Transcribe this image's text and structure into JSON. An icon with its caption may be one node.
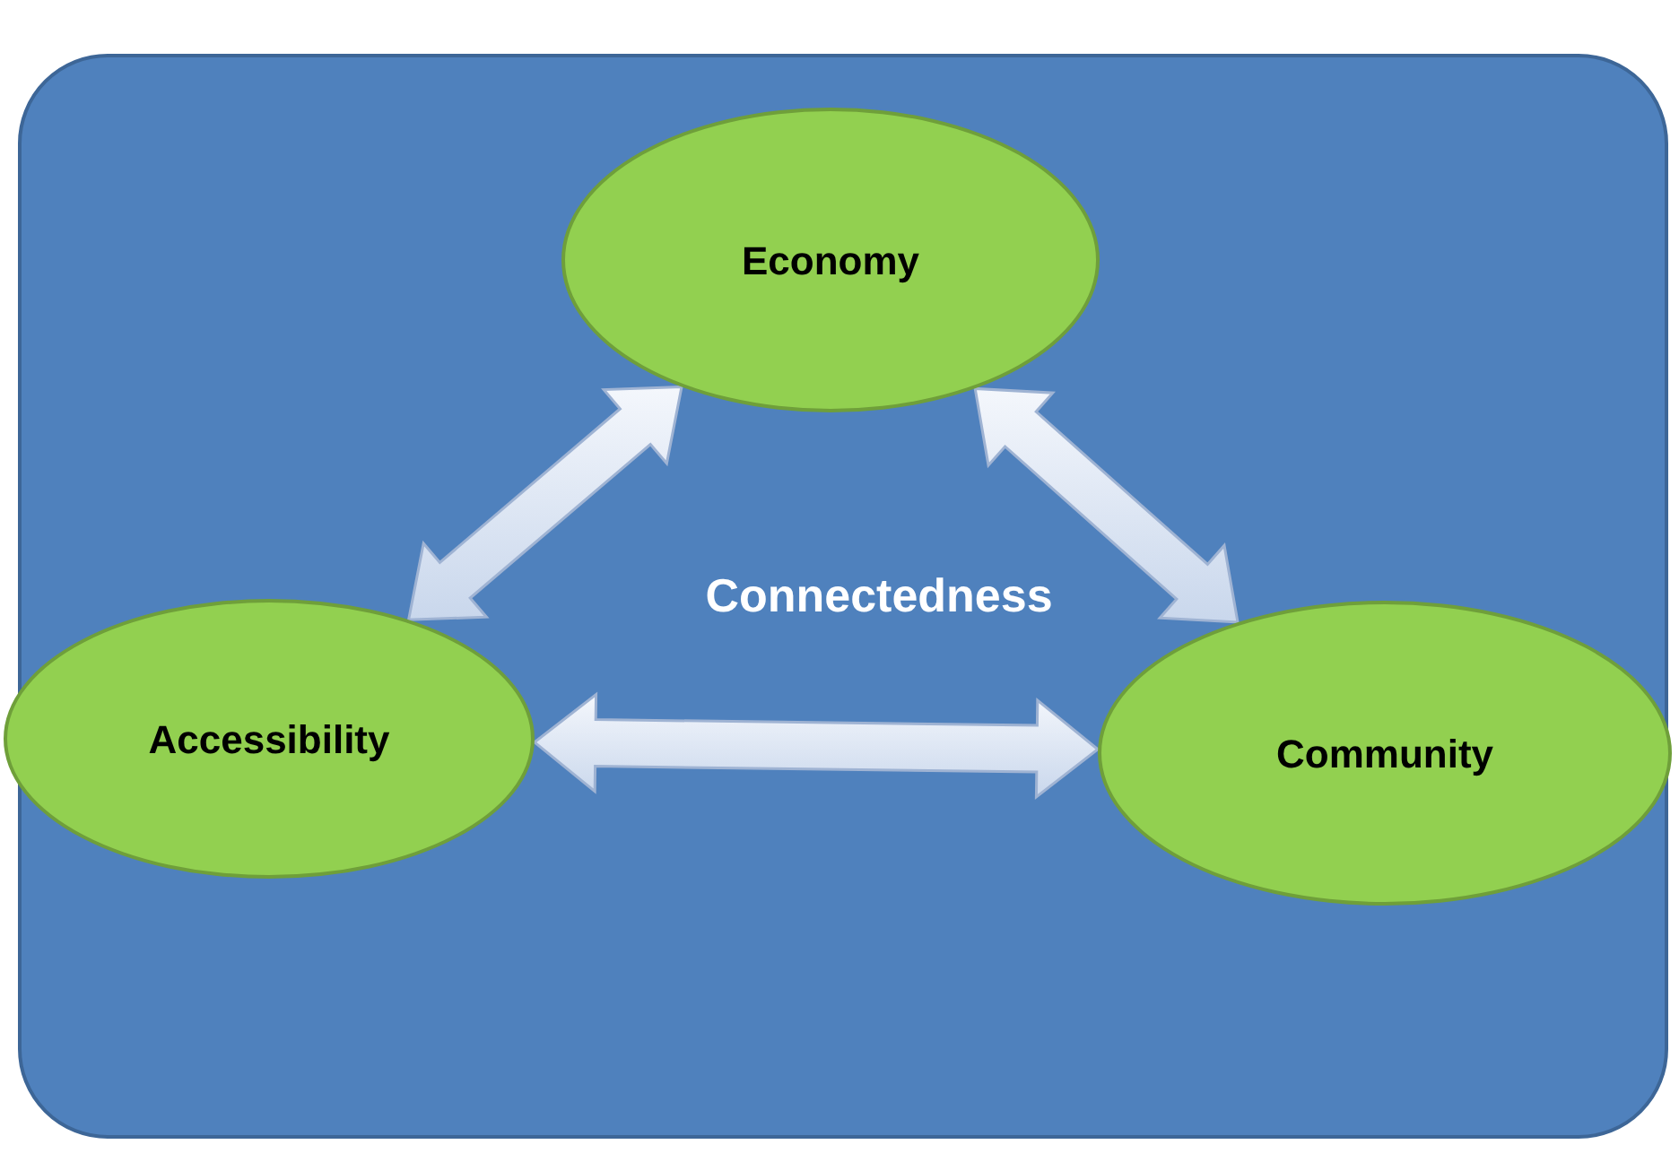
{
  "diagram": {
    "nodes": [
      {
        "text": [
          "Economy"
        ]
      },
      {
        "text": [
          "Accessibility"
        ]
      },
      {
        "text": [
          "Community"
        ]
      }
    ],
    "edges": [
      {
        "from": 0,
        "to": 1,
        "arrow": "both"
      },
      {
        "from": 0,
        "to": 2,
        "arrow": "both"
      },
      {
        "from": 1,
        "to": 2,
        "arrow": "both"
      }
    ],
    "labels": [
      "Connectedness"
    ]
  }
}
